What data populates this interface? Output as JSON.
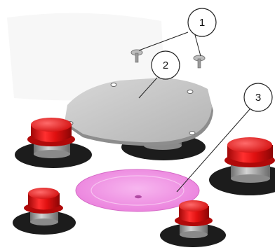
{
  "diagram": {
    "callouts": [
      {
        "id": "callout-1",
        "number": "1"
      },
      {
        "id": "callout-2",
        "number": "2"
      },
      {
        "id": "callout-3",
        "number": "3"
      }
    ],
    "colors": {
      "cap_red": "#e01010",
      "cap_red_dark": "#9a0606",
      "cap_red_light": "#ff5a5a",
      "shaft_gray": "#b9b9b9",
      "shaft_gray_dark": "#7d7d7d",
      "base_black": "#1c1c1c",
      "plate_gray": "#c9c9c9",
      "plate_edge": "#8d8d8d",
      "diaphragm_pink": "#f08ee0",
      "diaphragm_pink_light": "#f7b9ee",
      "screw_gray": "#a8a8a8",
      "leader_line": "#222222"
    }
  }
}
